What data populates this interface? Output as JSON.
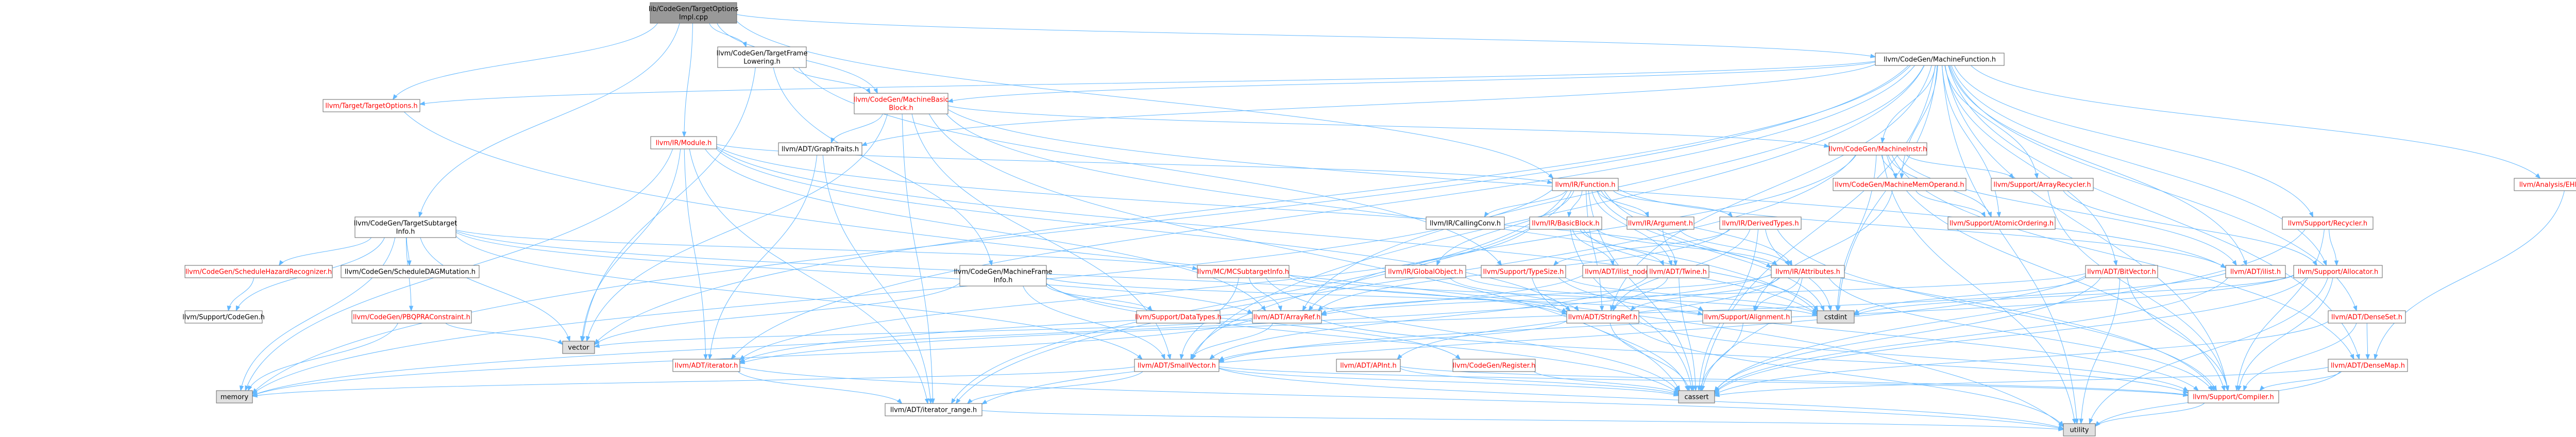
{
  "colors": {
    "edge": "#63b8ff",
    "node_border": "#666666",
    "node_fill": "#ffffff",
    "root_fill": "#999999",
    "leaf_fill": "#e0e0e0",
    "label_default": "#000000",
    "label_truncated": "#ff0000"
  },
  "nodes": [
    {
      "id": "root",
      "lines": [
        "lib/CodeGen/TargetOptions",
        "Impl.cpp"
      ],
      "kind": "root",
      "truncated": false
    },
    {
      "id": "mf",
      "lines": [
        "llvm/CodeGen/MachineFunction.h"
      ],
      "kind": "normal",
      "truncated": false
    },
    {
      "id": "tfl",
      "lines": [
        "llvm/CodeGen/TargetFrame",
        "Lowering.h"
      ],
      "kind": "normal",
      "truncated": false
    },
    {
      "id": "to",
      "lines": [
        "llvm/Target/TargetOptions.h"
      ],
      "kind": "normal",
      "truncated": true
    },
    {
      "id": "mbb",
      "lines": [
        "llvm/CodeGen/MachineBasic",
        "Block.h"
      ],
      "kind": "normal",
      "truncated": true
    },
    {
      "id": "mod",
      "lines": [
        "llvm/IR/Module.h"
      ],
      "kind": "normal",
      "truncated": true
    },
    {
      "id": "gt",
      "lines": [
        "llvm/ADT/GraphTraits.h"
      ],
      "kind": "normal",
      "truncated": false
    },
    {
      "id": "mi",
      "lines": [
        "llvm/CodeGen/MachineInstr.h"
      ],
      "kind": "normal",
      "truncated": true
    },
    {
      "id": "irf",
      "lines": [
        "llvm/IR/Function.h"
      ],
      "kind": "normal",
      "truncated": true
    },
    {
      "id": "mmo",
      "lines": [
        "llvm/CodeGen/MachineMemOperand.h"
      ],
      "kind": "normal",
      "truncated": true
    },
    {
      "id": "arec",
      "lines": [
        "llvm/Support/ArrayRecycler.h"
      ],
      "kind": "normal",
      "truncated": true
    },
    {
      "id": "aeh",
      "lines": [
        "llvm/Analysis/EHPersonalities.h"
      ],
      "kind": "normal",
      "truncated": true
    },
    {
      "id": "tsi",
      "lines": [
        "llvm/CodeGen/TargetSubtarget",
        "Info.h"
      ],
      "kind": "normal",
      "truncated": false
    },
    {
      "id": "cc",
      "lines": [
        "llvm/IR/CallingConv.h"
      ],
      "kind": "normal",
      "truncated": false
    },
    {
      "id": "bb",
      "lines": [
        "llvm/IR/BasicBlock.h"
      ],
      "kind": "normal",
      "truncated": true
    },
    {
      "id": "arg",
      "lines": [
        "llvm/IR/Argument.h"
      ],
      "kind": "normal",
      "truncated": true
    },
    {
      "id": "dt",
      "lines": [
        "llvm/IR/DerivedTypes.h"
      ],
      "kind": "normal",
      "truncated": true
    },
    {
      "id": "ao",
      "lines": [
        "llvm/Support/AtomicOrdering.h"
      ],
      "kind": "normal",
      "truncated": true
    },
    {
      "id": "rec",
      "lines": [
        "llvm/Support/Recycler.h"
      ],
      "kind": "normal",
      "truncated": true
    },
    {
      "id": "shr",
      "lines": [
        "llvm/CodeGen/ScheduleHazardRecognizer.h"
      ],
      "kind": "normal",
      "truncated": true
    },
    {
      "id": "sdm",
      "lines": [
        "llvm/CodeGen/ScheduleDAGMutation.h"
      ],
      "kind": "normal",
      "truncated": false
    },
    {
      "id": "mfi",
      "lines": [
        "llvm/CodeGen/MachineFrame",
        "Info.h"
      ],
      "kind": "normal",
      "truncated": false
    },
    {
      "id": "mcsi",
      "lines": [
        "llvm/MC/MCSubtargetInfo.h"
      ],
      "kind": "normal",
      "truncated": true
    },
    {
      "id": "go",
      "lines": [
        "llvm/IR/GlobalObject.h"
      ],
      "kind": "normal",
      "truncated": true
    },
    {
      "id": "ts",
      "lines": [
        "llvm/Support/TypeSize.h"
      ],
      "kind": "normal",
      "truncated": true
    },
    {
      "id": "ilistnode",
      "lines": [
        "llvm/ADT/ilist_node.h"
      ],
      "kind": "normal",
      "truncated": true
    },
    {
      "id": "twine",
      "lines": [
        "llvm/ADT/Twine.h"
      ],
      "kind": "normal",
      "truncated": true
    },
    {
      "id": "attr",
      "lines": [
        "llvm/IR/Attributes.h"
      ],
      "kind": "normal",
      "truncated": true
    },
    {
      "id": "ilist",
      "lines": [
        "llvm/ADT/ilist.h"
      ],
      "kind": "normal",
      "truncated": true
    },
    {
      "id": "bv",
      "lines": [
        "llvm/ADT/BitVector.h"
      ],
      "kind": "normal",
      "truncated": true
    },
    {
      "id": "alloc",
      "lines": [
        "llvm/Support/Allocator.h"
      ],
      "kind": "normal",
      "truncated": true
    },
    {
      "id": "scg",
      "lines": [
        "llvm/Support/CodeGen.h"
      ],
      "kind": "normal",
      "truncated": false
    },
    {
      "id": "pbqp",
      "lines": [
        "llvm/CodeGen/PBQPRAConstraint.h"
      ],
      "kind": "normal",
      "truncated": true
    },
    {
      "id": "sdt",
      "lines": [
        "llvm/Support/DataTypes.h"
      ],
      "kind": "normal",
      "truncated": true
    },
    {
      "id": "aref",
      "lines": [
        "llvm/ADT/ArrayRef.h"
      ],
      "kind": "normal",
      "truncated": true
    },
    {
      "id": "sref",
      "lines": [
        "llvm/ADT/StringRef.h"
      ],
      "kind": "normal",
      "truncated": true
    },
    {
      "id": "salign",
      "lines": [
        "llvm/Support/Alignment.h"
      ],
      "kind": "normal",
      "truncated": true
    },
    {
      "id": "cstdint",
      "lines": [
        "cstdint"
      ],
      "kind": "leaf",
      "truncated": false
    },
    {
      "id": "dset",
      "lines": [
        "llvm/ADT/DenseSet.h"
      ],
      "kind": "normal",
      "truncated": true
    },
    {
      "id": "iter",
      "lines": [
        "llvm/ADT/iterator.h"
      ],
      "kind": "normal",
      "truncated": true
    },
    {
      "id": "vector",
      "lines": [
        "vector"
      ],
      "kind": "leaf",
      "truncated": false
    },
    {
      "id": "svec",
      "lines": [
        "llvm/ADT/SmallVector.h"
      ],
      "kind": "normal",
      "truncated": true
    },
    {
      "id": "apint",
      "lines": [
        "llvm/ADT/APInt.h"
      ],
      "kind": "normal",
      "truncated": true
    },
    {
      "id": "reg",
      "lines": [
        "llvm/CodeGen/Register.h"
      ],
      "kind": "normal",
      "truncated": true
    },
    {
      "id": "dmap",
      "lines": [
        "llvm/ADT/DenseMap.h"
      ],
      "kind": "normal",
      "truncated": true
    },
    {
      "id": "memory",
      "lines": [
        "memory"
      ],
      "kind": "leaf",
      "truncated": false
    },
    {
      "id": "itrange",
      "lines": [
        "llvm/ADT/iterator_range.h"
      ],
      "kind": "normal",
      "truncated": false
    },
    {
      "id": "cassert",
      "lines": [
        "cassert"
      ],
      "kind": "leaf",
      "truncated": false
    },
    {
      "id": "comp",
      "lines": [
        "llvm/Support/Compiler.h"
      ],
      "kind": "normal",
      "truncated": true
    },
    {
      "id": "utility",
      "lines": [
        "utility"
      ],
      "kind": "leaf",
      "truncated": false
    }
  ],
  "edges": [
    [
      "root",
      "to"
    ],
    [
      "root",
      "mf"
    ],
    [
      "root",
      "tfl"
    ],
    [
      "root",
      "tsi"
    ],
    [
      "root",
      "mod"
    ],
    [
      "root",
      "irf"
    ],
    [
      "root",
      "mbb"
    ],
    [
      "mf",
      "to"
    ],
    [
      "mf",
      "mbb"
    ],
    [
      "mf",
      "mi"
    ],
    [
      "mf",
      "mmo"
    ],
    [
      "mf",
      "arec"
    ],
    [
      "mf",
      "rec"
    ],
    [
      "mf",
      "aeh"
    ],
    [
      "mf",
      "gt"
    ],
    [
      "mf",
      "ilist"
    ],
    [
      "mf",
      "bv"
    ],
    [
      "mf",
      "alloc"
    ],
    [
      "mf",
      "aref"
    ],
    [
      "mf",
      "svec"
    ],
    [
      "mf",
      "sref"
    ],
    [
      "mf",
      "dset"
    ],
    [
      "mf",
      "iter"
    ],
    [
      "mf",
      "cstdint"
    ],
    [
      "mf",
      "cassert"
    ],
    [
      "mf",
      "memory"
    ],
    [
      "mf",
      "vector"
    ],
    [
      "mf",
      "utility"
    ],
    [
      "mf",
      "comp"
    ],
    [
      "mf",
      "dmap"
    ],
    [
      "mf",
      "ao"
    ],
    [
      "tfl",
      "mbb"
    ],
    [
      "tfl",
      "mfi"
    ],
    [
      "tfl",
      "vector"
    ],
    [
      "tfl",
      "ts"
    ],
    [
      "to",
      "utility"
    ],
    [
      "mbb",
      "gt"
    ],
    [
      "mbb",
      "mi"
    ],
    [
      "mbb",
      "ilist"
    ],
    [
      "mbb",
      "svec"
    ],
    [
      "mbb",
      "itrange"
    ],
    [
      "mbb",
      "cassert"
    ],
    [
      "mbb",
      "cstdint"
    ],
    [
      "mbb",
      "vector"
    ],
    [
      "mod",
      "irf"
    ],
    [
      "mod",
      "aref"
    ],
    [
      "mod",
      "sref"
    ],
    [
      "mod",
      "memory"
    ],
    [
      "mod",
      "vector"
    ],
    [
      "mod",
      "iter"
    ],
    [
      "mod",
      "itrange"
    ],
    [
      "mod",
      "cstdint"
    ],
    [
      "mod",
      "attr"
    ],
    [
      "gt",
      "itrange"
    ],
    [
      "gt",
      "iter"
    ],
    [
      "mi",
      "mmo"
    ],
    [
      "mi",
      "arec"
    ],
    [
      "mi",
      "ao"
    ],
    [
      "mi",
      "ilist"
    ],
    [
      "mi",
      "dmap"
    ],
    [
      "mi",
      "aref"
    ],
    [
      "mi",
      "cstdint"
    ],
    [
      "mi",
      "utility"
    ],
    [
      "mi",
      "itrange"
    ],
    [
      "mi",
      "comp"
    ],
    [
      "irf",
      "cc"
    ],
    [
      "irf",
      "bb"
    ],
    [
      "irf",
      "arg"
    ],
    [
      "irf",
      "dt"
    ],
    [
      "irf",
      "go"
    ],
    [
      "irf",
      "attr"
    ],
    [
      "irf",
      "ilist"
    ],
    [
      "irf",
      "svec"
    ],
    [
      "irf",
      "sref"
    ],
    [
      "irf",
      "twine"
    ],
    [
      "irf",
      "cstdint"
    ],
    [
      "irf",
      "cassert"
    ],
    [
      "irf",
      "itrange"
    ],
    [
      "irf",
      "memory"
    ],
    [
      "irf",
      "comp"
    ],
    [
      "mmo",
      "ao"
    ],
    [
      "mmo",
      "salign"
    ],
    [
      "arec",
      "alloc"
    ],
    [
      "arec",
      "comp"
    ],
    [
      "aeh",
      "dmap"
    ],
    [
      "tsi",
      "shr"
    ],
    [
      "tsi",
      "sdm"
    ],
    [
      "tsi",
      "pbqp"
    ],
    [
      "tsi",
      "scg"
    ],
    [
      "tsi",
      "mcsi"
    ],
    [
      "tsi",
      "aref"
    ],
    [
      "tsi",
      "svec"
    ],
    [
      "tsi",
      "memory"
    ],
    [
      "tsi",
      "vector"
    ],
    [
      "tsi",
      "sref"
    ],
    [
      "bb",
      "ilistnode"
    ],
    [
      "bb",
      "twine"
    ],
    [
      "bb",
      "attr"
    ],
    [
      "bb",
      "cstdint"
    ],
    [
      "bb",
      "cassert"
    ],
    [
      "bb",
      "iter"
    ],
    [
      "arg",
      "twine"
    ],
    [
      "arg",
      "attr"
    ],
    [
      "dt",
      "ts"
    ],
    [
      "dt",
      "aref"
    ],
    [
      "dt",
      "sref"
    ],
    [
      "dt",
      "cstdint"
    ],
    [
      "dt",
      "cassert"
    ],
    [
      "dt",
      "comp"
    ],
    [
      "rec",
      "alloc"
    ],
    [
      "rec",
      "cassert"
    ],
    [
      "rec",
      "comp"
    ],
    [
      "shr",
      "scg"
    ],
    [
      "mfi",
      "sdt"
    ],
    [
      "mfi",
      "salign"
    ],
    [
      "mfi",
      "svec"
    ],
    [
      "mfi",
      "vector"
    ],
    [
      "mfi",
      "cassert"
    ],
    [
      "mfi",
      "reg"
    ],
    [
      "mcsi",
      "aref"
    ],
    [
      "mcsi",
      "sref"
    ],
    [
      "mcsi",
      "svec"
    ],
    [
      "mcsi",
      "cstdint"
    ],
    [
      "mcsi",
      "cassert"
    ],
    [
      "go",
      "salign"
    ],
    [
      "go",
      "sref"
    ],
    [
      "ts",
      "comp"
    ],
    [
      "ts",
      "cstdint"
    ],
    [
      "ts",
      "cassert"
    ],
    [
      "ilistnode",
      "iter"
    ],
    [
      "twine",
      "sref"
    ],
    [
      "twine",
      "svec"
    ],
    [
      "twine",
      "cassert"
    ],
    [
      "attr",
      "aref"
    ],
    [
      "attr",
      "sref"
    ],
    [
      "attr",
      "salign"
    ],
    [
      "attr",
      "cassert"
    ],
    [
      "attr",
      "memory"
    ],
    [
      "attr",
      "comp"
    ],
    [
      "attr",
      "apint"
    ],
    [
      "ilist",
      "iter"
    ],
    [
      "ilist",
      "cassert"
    ],
    [
      "bv",
      "aref"
    ],
    [
      "bv",
      "itrange"
    ],
    [
      "bv",
      "cassert"
    ],
    [
      "bv",
      "utility"
    ],
    [
      "bv",
      "cstdint"
    ],
    [
      "bv",
      "comp"
    ],
    [
      "alloc",
      "comp"
    ],
    [
      "alloc",
      "cassert"
    ],
    [
      "alloc",
      "utility"
    ],
    [
      "alloc",
      "cstdint"
    ],
    [
      "alloc",
      "svec"
    ],
    [
      "pbqp",
      "memory"
    ],
    [
      "pbqp",
      "vector"
    ],
    [
      "aref",
      "svec"
    ],
    [
      "aref",
      "vector"
    ],
    [
      "aref",
      "memory"
    ],
    [
      "aref",
      "comp"
    ],
    [
      "sref",
      "cassert"
    ],
    [
      "sref",
      "utility"
    ],
    [
      "sref",
      "comp"
    ],
    [
      "sref",
      "svec"
    ],
    [
      "salign",
      "cassert"
    ],
    [
      "dset",
      "dmap"
    ],
    [
      "dset",
      "comp"
    ],
    [
      "dset",
      "cassert"
    ],
    [
      "iter",
      "itrange"
    ],
    [
      "iter",
      "utility"
    ],
    [
      "svec",
      "cassert"
    ],
    [
      "svec",
      "utility"
    ],
    [
      "svec",
      "memory"
    ],
    [
      "svec",
      "comp"
    ],
    [
      "svec",
      "itrange"
    ],
    [
      "apint",
      "cassert"
    ],
    [
      "apint",
      "comp"
    ],
    [
      "reg",
      "cassert"
    ],
    [
      "dmap",
      "comp"
    ],
    [
      "dmap",
      "cassert"
    ],
    [
      "dmap",
      "utility"
    ],
    [
      "itrange",
      "utility"
    ],
    [
      "comp",
      "utility"
    ]
  ]
}
